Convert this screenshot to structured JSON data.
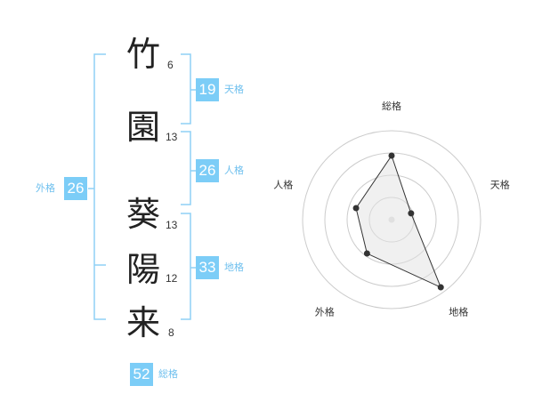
{
  "name": {
    "chars": [
      {
        "char": "竹",
        "strokes": "6"
      },
      {
        "char": "園",
        "strokes": "13"
      },
      {
        "char": "葵",
        "strokes": "13"
      },
      {
        "char": "陽",
        "strokes": "12"
      },
      {
        "char": "来",
        "strokes": "8"
      }
    ]
  },
  "fortune": {
    "tenkaku": {
      "value": "19",
      "label": "天格"
    },
    "jinkaku": {
      "value": "26",
      "label": "人格"
    },
    "chikaku": {
      "value": "33",
      "label": "地格"
    },
    "gaikaku": {
      "value": "26",
      "label": "外格"
    },
    "soukaku": {
      "value": "52",
      "label": "総格"
    }
  },
  "colors": {
    "accent": "#7ccdf7",
    "bracket": "#8fd0f5",
    "label": "#6fc0ee"
  },
  "chart_data": {
    "type": "radar",
    "axes": [
      "総格",
      "天格",
      "地格",
      "外格",
      "人格"
    ],
    "values": [
      0.72,
      0.23,
      0.94,
      0.47,
      0.42
    ],
    "rings": 4
  }
}
